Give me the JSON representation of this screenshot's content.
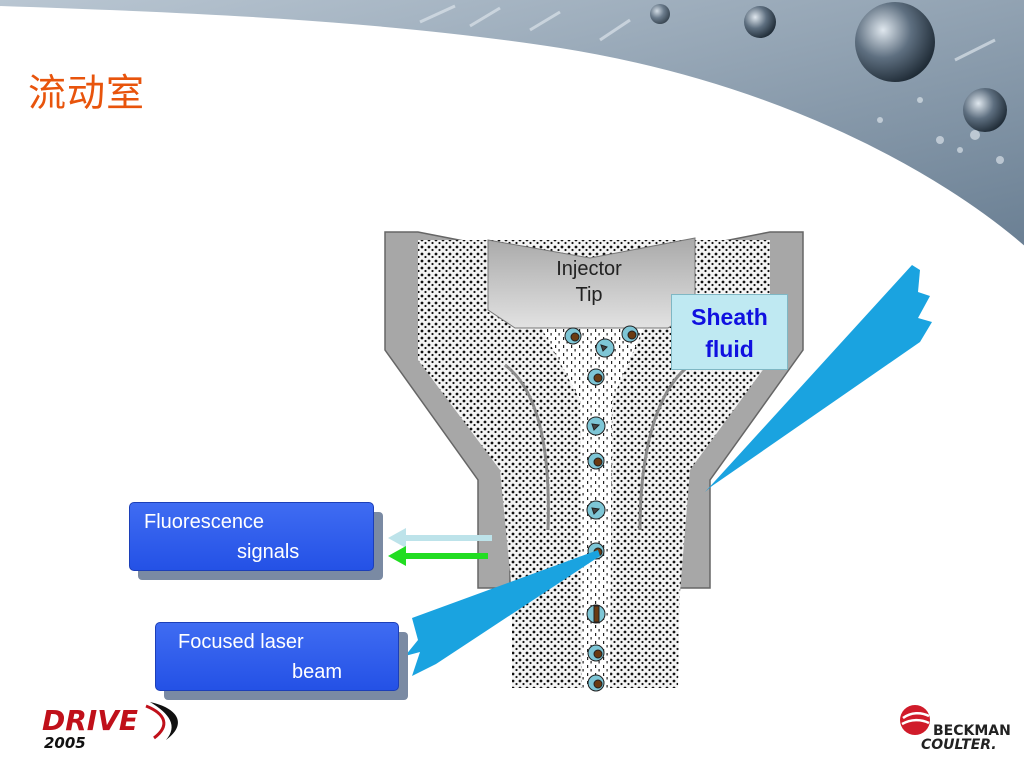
{
  "slide": {
    "title": "流动室"
  },
  "diagram": {
    "injector_label": [
      "Injector",
      "Tip"
    ],
    "sheath_label": [
      "Sheath",
      "fluid"
    ],
    "fluorescence_label": [
      "Fluorescence",
      "signals"
    ],
    "laser_label": [
      "Focused laser",
      "beam"
    ]
  },
  "logos": {
    "drive": {
      "word": "DRIVE",
      "year": "2005"
    },
    "beckman": {
      "line1": "BECKMAN",
      "line2": "COULTER."
    }
  },
  "colors": {
    "title": "#e8540c",
    "label_box": "#2f5cec",
    "sheath_box": "#bfe9f2",
    "laser": "#1aa3e0",
    "signal_light": "#bde3ea",
    "signal_green": "#22dd22"
  }
}
